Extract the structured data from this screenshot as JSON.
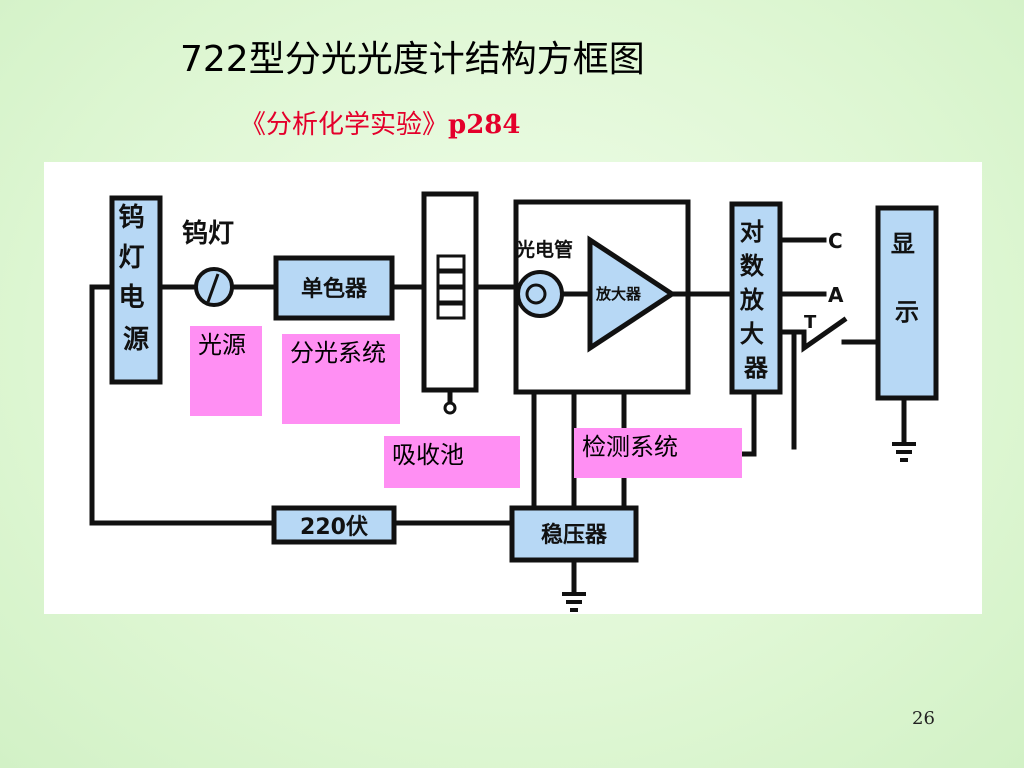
{
  "slide": {
    "title": "722型分光光度计结构方框图",
    "subtitle": "《分析化学实验》",
    "subtitle_page": "p284",
    "page_number": "26"
  },
  "colors": {
    "background": "#dff7d4",
    "box_fill": "#b7d8f5",
    "callout_fill": "#ff8ff3",
    "subtitle": "#e4002b"
  },
  "diagram": {
    "lamp_power": "钨灯电源",
    "lamp_label": "钨灯",
    "monochromator": "单色器",
    "phototube_label": "光电管",
    "amplifier": "放大器",
    "log_amplifier": "对数放大器",
    "display": "显示",
    "voltage_220": "220伏",
    "regulator": "稳压器",
    "switch_c": "C",
    "switch_a": "A",
    "switch_t": "T"
  },
  "callouts": {
    "light_source": "光源",
    "optical_system": "分光系统",
    "cuvette": "吸收池",
    "detection": "检测系统"
  }
}
